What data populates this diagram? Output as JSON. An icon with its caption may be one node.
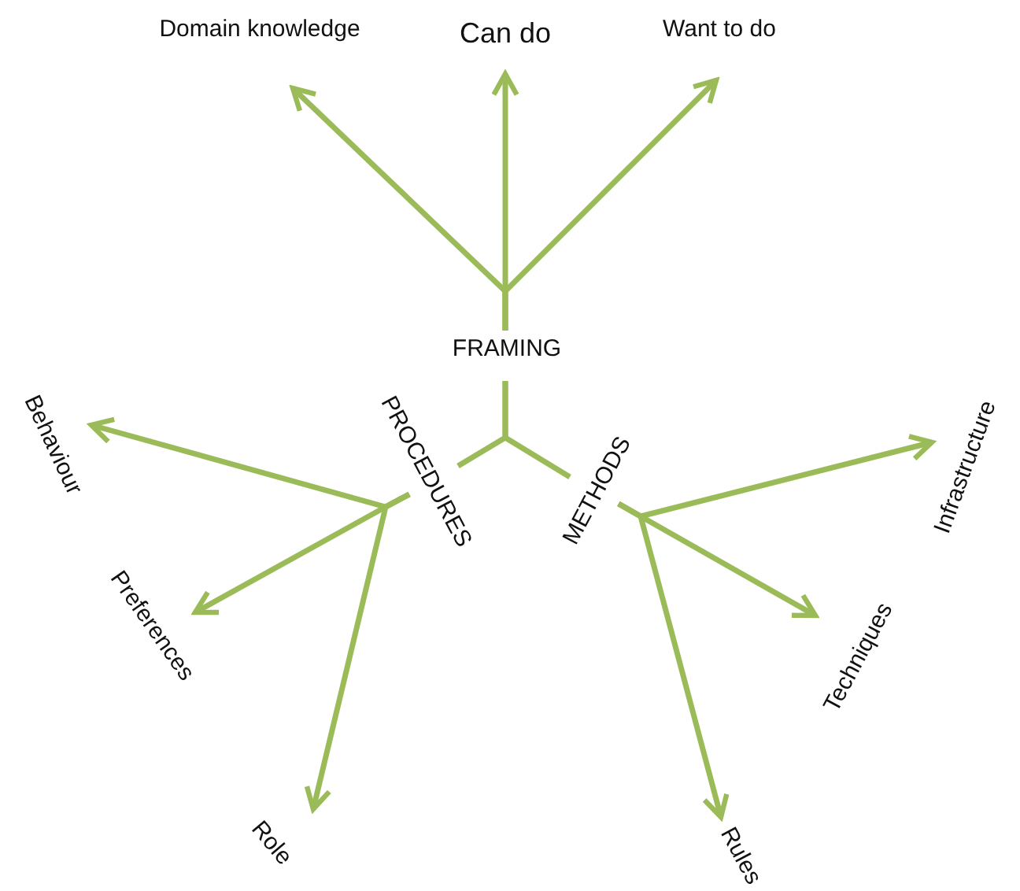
{
  "diagram": {
    "nodes": [
      {
        "text": [
          "FRAMING"
        ]
      },
      {
        "text": [
          "Domain knowledge"
        ]
      },
      {
        "text": [
          "Can do"
        ]
      },
      {
        "text": [
          "Want to do"
        ]
      },
      {
        "text": [
          "PROCEDURES"
        ]
      },
      {
        "text": [
          "METHODS"
        ]
      },
      {
        "text": [
          "Behaviour"
        ]
      },
      {
        "text": [
          "Preferences"
        ]
      },
      {
        "text": [
          "Role"
        ]
      },
      {
        "text": [
          "Infrastructure"
        ]
      },
      {
        "text": [
          "Techniques"
        ]
      },
      {
        "text": [
          "Rules"
        ]
      }
    ],
    "edges": [
      {
        "from": 0,
        "to": 1,
        "arrow": "to"
      },
      {
        "from": 0,
        "to": 2,
        "arrow": "to"
      },
      {
        "from": 0,
        "to": 3,
        "arrow": "to"
      },
      {
        "from": 0,
        "to": 4,
        "arrow": "none"
      },
      {
        "from": 0,
        "to": 5,
        "arrow": "none"
      },
      {
        "from": 4,
        "to": 6,
        "arrow": "to"
      },
      {
        "from": 4,
        "to": 7,
        "arrow": "to"
      },
      {
        "from": 4,
        "to": 8,
        "arrow": "to"
      },
      {
        "from": 5,
        "to": 9,
        "arrow": "to"
      },
      {
        "from": 5,
        "to": 10,
        "arrow": "to"
      },
      {
        "from": 5,
        "to": 11,
        "arrow": "to"
      }
    ]
  }
}
